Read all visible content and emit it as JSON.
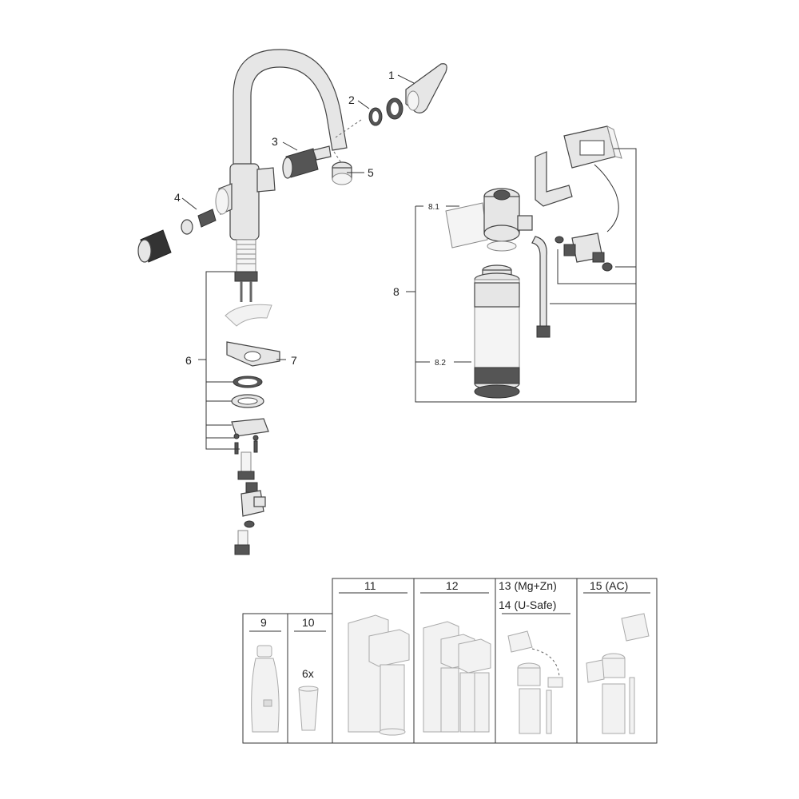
{
  "callouts": {
    "c1": "1",
    "c2": "2",
    "c3": "3",
    "c4": "4",
    "c5": "5",
    "c6": "6",
    "c7": "7",
    "c8": "8",
    "c8_1": "8.1",
    "c8_2": "8.2"
  },
  "accessories": {
    "col9": {
      "label": "9"
    },
    "col10": {
      "label": "10",
      "qty": "6x"
    },
    "col11": {
      "label": "11"
    },
    "col12": {
      "label": "12"
    },
    "col13": {
      "label": "13 (Mg+Zn)",
      "label2": "14 (U-Safe)"
    },
    "col15": {
      "label": "15 (AC)"
    }
  },
  "icons": [
    "faucet-spout-icon",
    "handle-lever-icon",
    "cartridge-icon",
    "filter-head-icon",
    "filter-cartridge-icon",
    "control-box-icon",
    "bottle-icon",
    "glass-icon",
    "cooler-icon"
  ]
}
